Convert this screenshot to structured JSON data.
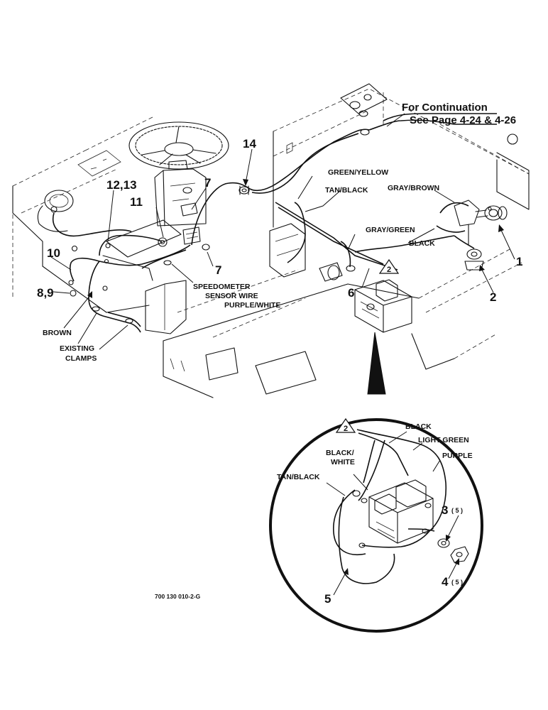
{
  "continuation": {
    "line1": "For Continuation",
    "line2": "See Page 4-24 & 4-26"
  },
  "wire_labels": {
    "green_yellow": "GREEN/YELLOW",
    "tan_black": "TAN/BLACK",
    "gray_brown": "GRAY/BROWN",
    "gray_green": "GRAY/GREEN",
    "black": "BLACK",
    "speedometer_1": "SPEEDOMETER",
    "speedometer_2": "SENSOR WIRE",
    "purple_white": "PURPLE/WHITE",
    "brown": "BROWN",
    "existing_1": "EXISTING",
    "existing_2": "CLAMPS"
  },
  "detail_labels": {
    "black": "BLACK",
    "light_green": "LIGHT GREEN",
    "purple": "PURPLE",
    "black_white_1": "BLACK/",
    "black_white_2": "WHITE",
    "tan_black": "TAN/BLACK"
  },
  "callouts": {
    "c14": "14",
    "c12_13": "12,13",
    "c7a": "7",
    "c11": "11",
    "c7b": "7",
    "c10": "10",
    "c8_9": "8,9",
    "c1": "1",
    "c2": "2",
    "c6": "6",
    "c3": "3",
    "c3_qty": "( 5 )",
    "c4": "4",
    "c4_qty": "( 5 )",
    "c5": "5"
  },
  "note_flag": "2",
  "drawing_code": "700 130 010-2-G"
}
